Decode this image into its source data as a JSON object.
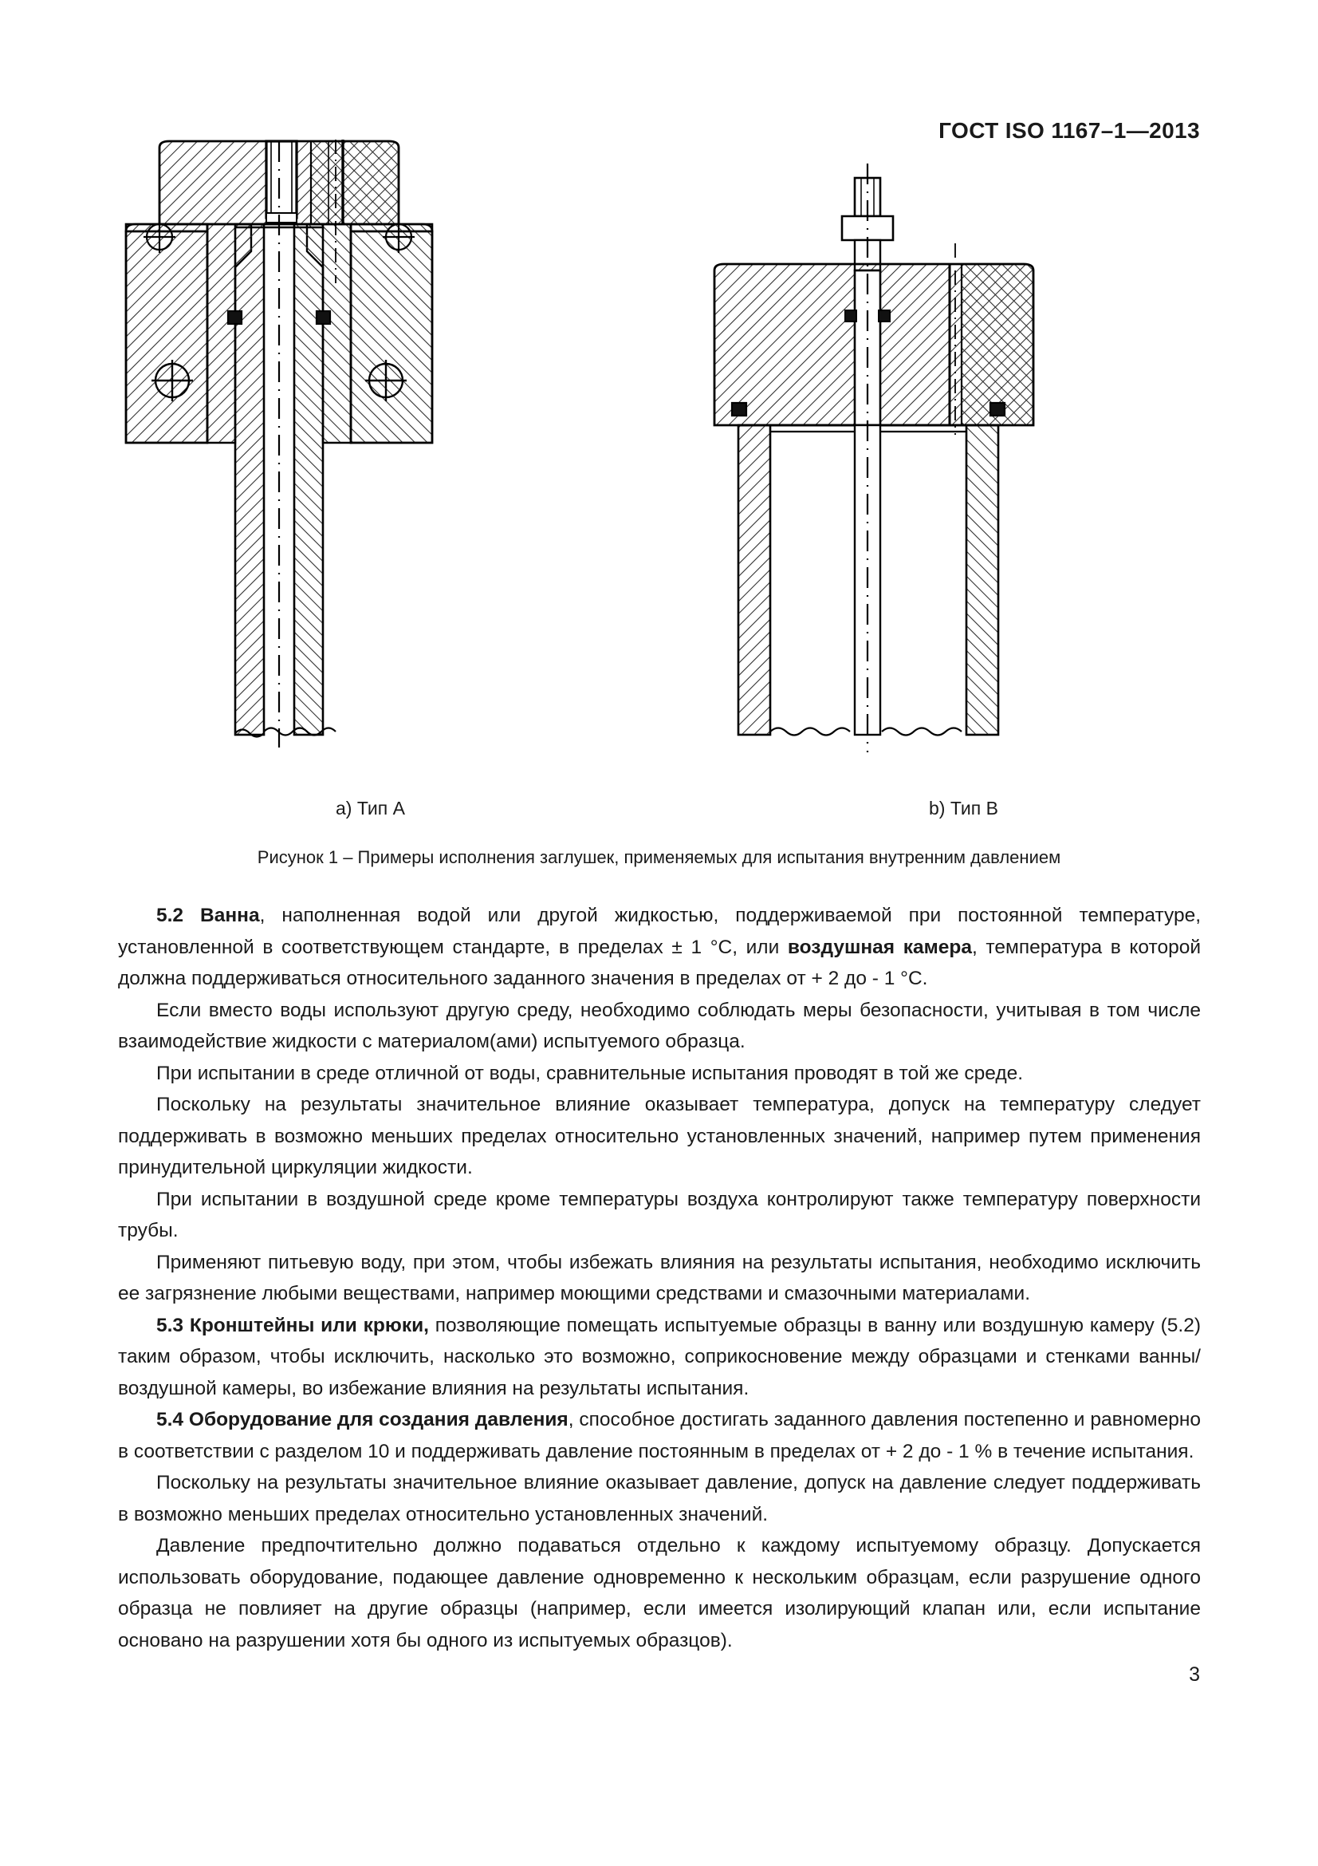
{
  "header": {
    "standard": "ГОСТ ISO 1167–1—2013"
  },
  "figure": {
    "name": "figure-1",
    "subcaption_a": "a) Тип А",
    "subcaption_b": "b) Тип В",
    "caption": "Рисунок 1 – Примеры исполнения заглушек, применяемых для испытания внутренним давлением",
    "drawing_a_name": "end-cap-type-a-cross-section",
    "drawing_b_name": "end-cap-type-b-cross-section",
    "line_color": "#000000",
    "hatch_color": "#2b2b2b"
  },
  "body": {
    "paragraphs": [
      {
        "id": "p-5-2",
        "indent": true,
        "runs": [
          {
            "bold": true,
            "text": "5.2 Ванна"
          },
          {
            "bold": false,
            "text": ", наполненная водой или другой жидкостью, поддерживаемой при постоянной температуре, установленной в соответствующем стандарте, в пределах ± 1 °С, или "
          },
          {
            "bold": true,
            "text": "воздушная камера"
          },
          {
            "bold": false,
            "text": ", температура в которой должна поддерживаться относительного заданного значения в пределах от + 2 до - 1 °С."
          }
        ]
      },
      {
        "id": "p-other-medium",
        "indent": true,
        "runs": [
          {
            "bold": false,
            "text": "Если вместо воды используют другую среду, необходимо соблюдать меры безопасности, учитывая в том числе взаимодействие жидкости с материалом(ами) испытуемого образца."
          }
        ]
      },
      {
        "id": "p-comparative-tests",
        "indent": true,
        "runs": [
          {
            "bold": false,
            "text": "При испытании в среде отличной от воды, сравнительные испытания проводят в той же среде."
          }
        ]
      },
      {
        "id": "p-temperature-tolerance",
        "indent": true,
        "runs": [
          {
            "bold": false,
            "text": "Поскольку на результаты значительное влияние оказывает температура, допуск на температуру следует поддерживать в возможно меньших пределах относительно установленных значений, например путем применения принудительной циркуляции жидкости."
          }
        ]
      },
      {
        "id": "p-air-medium",
        "indent": true,
        "runs": [
          {
            "bold": false,
            "text": "При испытании в воздушной среде кроме температуры воздуха контролируют также температуру поверхности трубы."
          }
        ]
      },
      {
        "id": "p-drinking-water",
        "indent": true,
        "runs": [
          {
            "bold": false,
            "text": "Применяют питьевую воду, при этом, чтобы избежать влияния на результаты испытания, необходимо исключить ее загрязнение любыми веществами, например моющими средствами и смазочными материалами."
          }
        ]
      },
      {
        "id": "p-5-3",
        "indent": true,
        "runs": [
          {
            "bold": true,
            "text": "5.3 Кронштейны или крюки,"
          },
          {
            "bold": false,
            "text": " позволяющие помещать испытуемые образцы в ванну или воздушную камеру (5.2) таким образом, чтобы исключить, насколько это возможно, соприкосновение между образцами и стенками ванны/воздушной камеры, во избежание влияния на результаты испытания."
          }
        ]
      },
      {
        "id": "p-5-4",
        "indent": true,
        "runs": [
          {
            "bold": true,
            "text": "5.4 Оборудование для создания давления"
          },
          {
            "bold": false,
            "text": ", способное достигать заданного давления постепенно и равномерно в соответствии с разделом 10 и поддерживать давление постоянным в пределах от + 2  до - 1 % в течение испытания."
          }
        ]
      },
      {
        "id": "p-pressure-tolerance",
        "indent": true,
        "runs": [
          {
            "bold": false,
            "text": "Поскольку на результаты значительное влияние оказывает давление, допуск на давление следует поддерживать в возможно меньших пределах относительно установленных значений."
          }
        ]
      },
      {
        "id": "p-pressure-supply",
        "indent": true,
        "runs": [
          {
            "bold": false,
            "text": "Давление предпочтительно должно подаваться отдельно к каждому испытуемому образцу. Допускается использовать оборудование, подающее давление одновременно к нескольким образцам, если разрушение одного образца не повлияет на другие образцы (например, если имеется изолирующий клапан или, если испытание основано на разрушении хотя бы одного из испытуемых образцов)."
          }
        ]
      }
    ]
  },
  "footer": {
    "page_number": "3"
  }
}
